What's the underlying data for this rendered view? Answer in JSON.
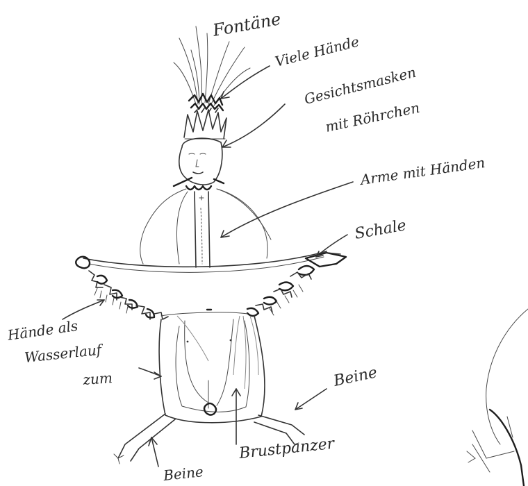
{
  "labels": {
    "fountain": "Fontäne",
    "many_hands": "Viele Hände",
    "face_masks_line1": "Gesichtsmasken",
    "face_masks_line2": "mit Röhrchen",
    "arms_with_hands": "Arme mit Händen",
    "bowl": "Schale",
    "hands_watercourse_line1": "Hände als",
    "hands_watercourse_line2": "Wasserlauf",
    "hands_watercourse_line3": "zum",
    "legs_right": "Beine",
    "legs_bottom": "Beine",
    "breastplate": "Brustpanzer"
  }
}
